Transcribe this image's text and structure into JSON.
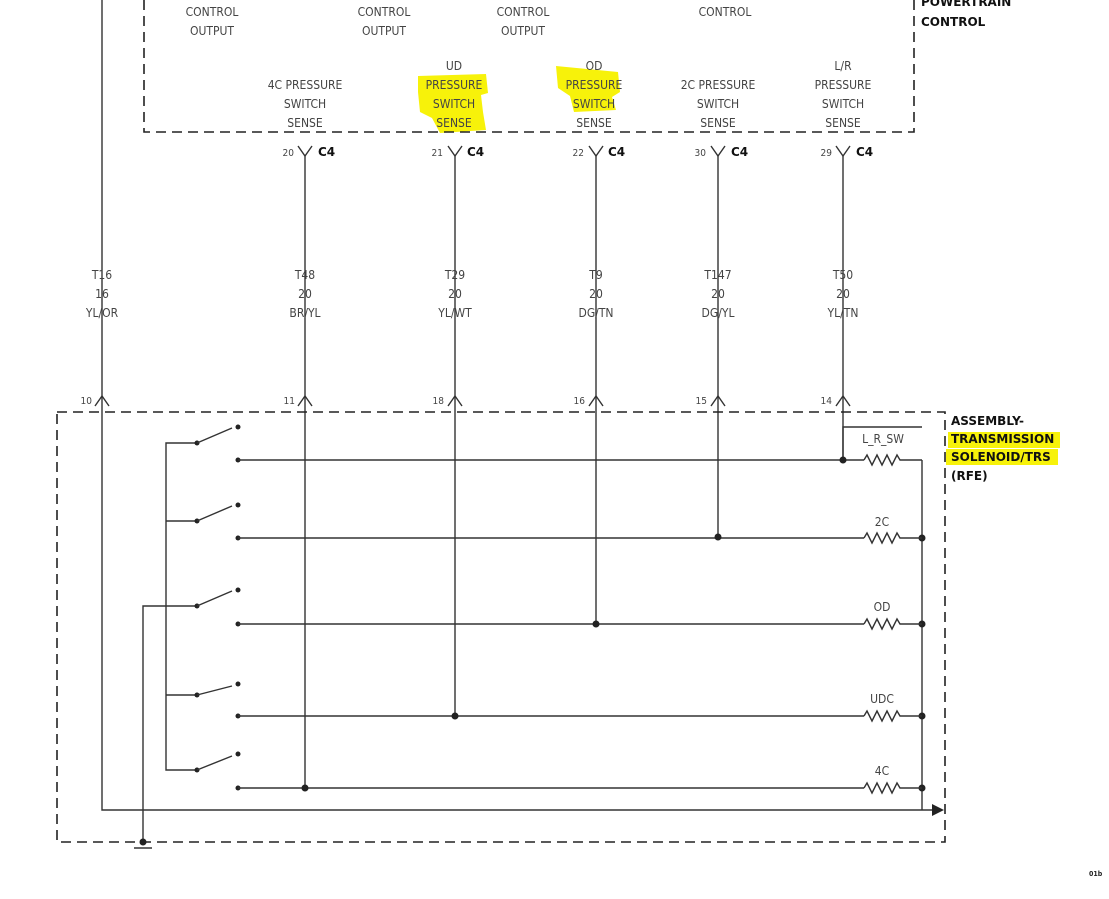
{
  "module": {
    "top_labels": [
      {
        "lines": [
          "CONTROL",
          "OUTPUT"
        ]
      },
      {
        "lines": [
          "CONTROL",
          "OUTPUT"
        ]
      },
      {
        "lines": [
          "CONTROL",
          "OUTPUT"
        ]
      },
      {
        "lines": [
          "CONTROL"
        ]
      }
    ],
    "title": [
      "POWERTRAIN",
      "CONTROL"
    ],
    "sense_labels": [
      {
        "lines": [
          "4C PRESSURE",
          "SWITCH",
          "SENSE"
        ],
        "pin": "20",
        "connector": "C4"
      },
      {
        "lines": [
          "UD",
          "PRESSURE",
          "SWITCH",
          "SENSE"
        ],
        "pin": "21",
        "connector": "C4"
      },
      {
        "lines": [
          "OD",
          "PRESSURE",
          "SWITCH",
          "SENSE"
        ],
        "pin": "22",
        "connector": "C4"
      },
      {
        "lines": [
          "2C PRESSURE",
          "SWITCH",
          "SENSE"
        ],
        "pin": "30",
        "connector": "C4"
      },
      {
        "lines": [
          "L/R",
          "PRESSURE",
          "SWITCH",
          "SENSE"
        ],
        "pin": "29",
        "connector": "C4"
      }
    ]
  },
  "wires": [
    {
      "circuit": "T16",
      "gauge": "16",
      "color": "YL/OR",
      "pin": "10"
    },
    {
      "circuit": "T48",
      "gauge": "20",
      "color": "BR/YL",
      "pin": "11"
    },
    {
      "circuit": "T29",
      "gauge": "20",
      "color": "YL/WT",
      "pin": "18"
    },
    {
      "circuit": "T9",
      "gauge": "20",
      "color": "DG/TN",
      "pin": "16"
    },
    {
      "circuit": "T147",
      "gauge": "20",
      "color": "DG/YL",
      "pin": "15"
    },
    {
      "circuit": "T50",
      "gauge": "20",
      "color": "YL/TN",
      "pin": "14"
    }
  ],
  "assembly": {
    "title": [
      "ASSEMBLY-",
      "TRANSMISSION",
      "SOLENOID/TRS",
      "(RFE)"
    ],
    "solenoids": [
      "L_R_SW",
      "2C",
      "OD",
      "UDC",
      "4C"
    ]
  },
  "figure_code": "01b",
  "colors": {
    "highlight": "#f7f20a",
    "line": "#333333"
  }
}
